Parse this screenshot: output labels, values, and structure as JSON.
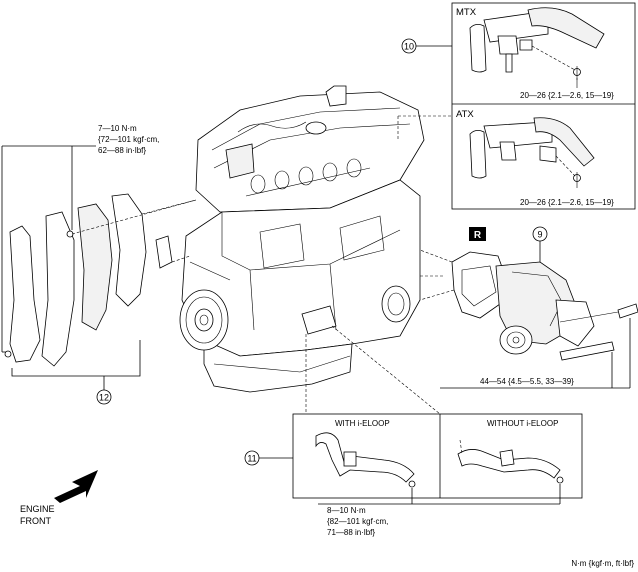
{
  "callouts": {
    "c9": "9",
    "c10": "10",
    "c11": "11",
    "c12": "12"
  },
  "torque": {
    "timing_cover_l1": "7—10 N·m",
    "timing_cover_l2": "{72—101 kgf·cm,",
    "timing_cover_l3": "62—88 in·lbf}",
    "mtx": "20—26 {2.1—2.6, 15—19}",
    "atx": "20—26 {2.1—2.6, 15—19}",
    "water_pump": "44—54 {4.5—5.5, 33—39}",
    "hose_l1": "8—10 N·m",
    "hose_l2": "{82—101 kgf·cm,",
    "hose_l3": "71—88 in·lbf}"
  },
  "labels": {
    "mtx": "MTX",
    "atx": "ATX",
    "with_ieloop": "WITH i-ELOOP",
    "without_ieloop": "WITHOUT i-ELOOP",
    "engine_front_l1": "ENGINE",
    "engine_front_l2": "FRONT",
    "replace_badge": "R",
    "units": "N·m {kgf·m, ft·lbf}"
  }
}
